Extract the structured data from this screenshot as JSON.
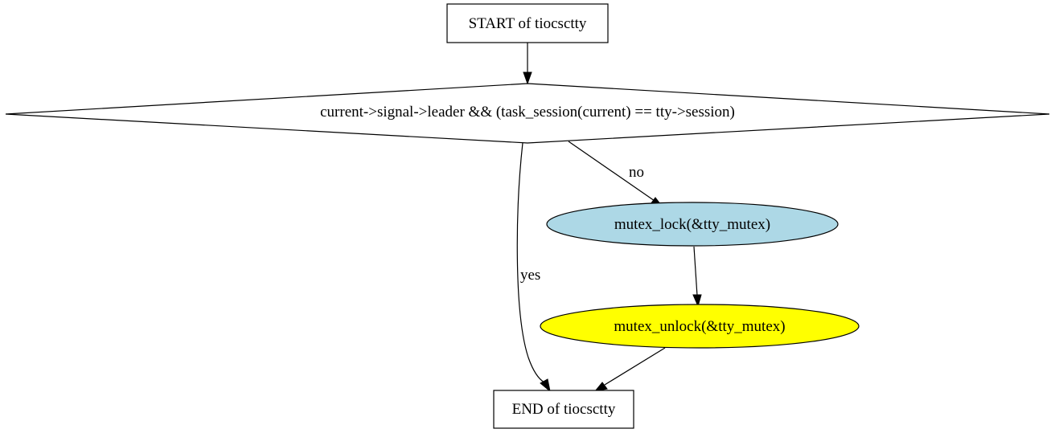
{
  "nodes": {
    "start": {
      "label": "START of tiocsctty",
      "shape": "box",
      "fill": "#ffffff"
    },
    "decision": {
      "label": "current->signal->leader && (task_session(current) == tty->session)",
      "shape": "diamond",
      "fill": "#ffffff"
    },
    "lock": {
      "label": "mutex_lock(&tty_mutex)",
      "shape": "ellipse",
      "fill": "#add8e6"
    },
    "unlock": {
      "label": "mutex_unlock(&tty_mutex)",
      "shape": "ellipse",
      "fill": "#ffff00"
    },
    "end": {
      "label": "END of tiocsctty",
      "shape": "box",
      "fill": "#ffffff"
    }
  },
  "edges": [
    {
      "from": "start",
      "to": "decision",
      "label": ""
    },
    {
      "from": "decision",
      "to": "lock",
      "label": "no"
    },
    {
      "from": "decision",
      "to": "end",
      "label": "yes"
    },
    {
      "from": "lock",
      "to": "unlock",
      "label": ""
    },
    {
      "from": "unlock",
      "to": "end",
      "label": ""
    }
  ]
}
